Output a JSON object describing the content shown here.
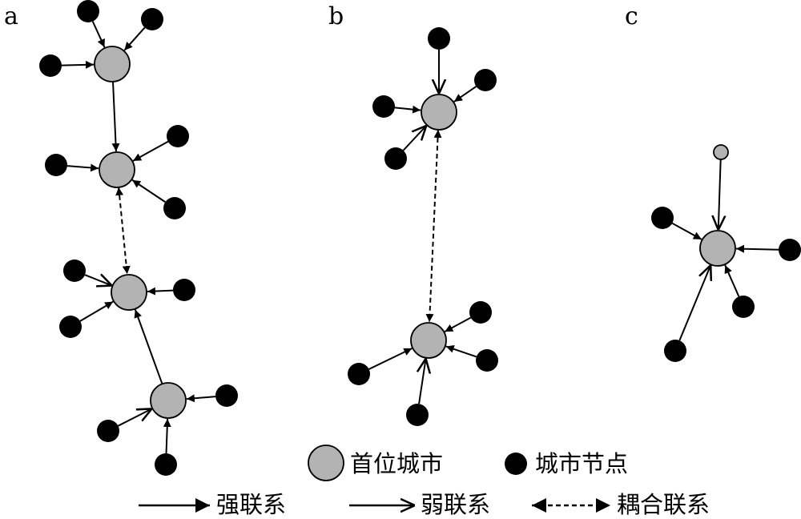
{
  "panels": [
    {
      "label": "a"
    },
    {
      "label": "b"
    },
    {
      "label": "c"
    }
  ],
  "legend": {
    "primary_city": "首位城市",
    "city_node": "城市节点",
    "strong_link": "强联系",
    "weak_link": "弱联系",
    "coupling_link": "耦合联系"
  },
  "colors": {
    "primary_city_fill": "#b3b3b3",
    "city_node_fill": "#000000",
    "line": "#000000"
  }
}
